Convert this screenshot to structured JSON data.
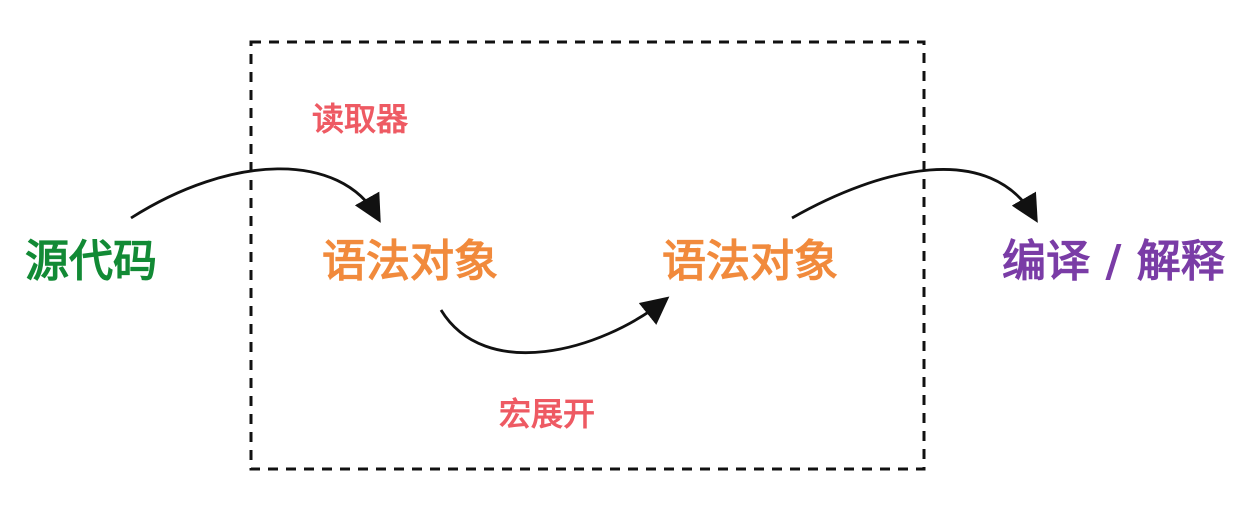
{
  "labels": {
    "source_code": "源代码",
    "reader": "读取器",
    "syntax_object_1": "语法对象",
    "syntax_object_2": "语法对象",
    "macro_expansion": "宏展开",
    "compile_interpret": "编译 / 解释"
  },
  "colors": {
    "source_code": "#128a35",
    "syntax_object": "#f18a3c",
    "stage_label": "#ee5a63",
    "compile_interpret": "#7a3ca6",
    "lines": "#111111"
  },
  "boundary": {
    "style": "dashed"
  }
}
